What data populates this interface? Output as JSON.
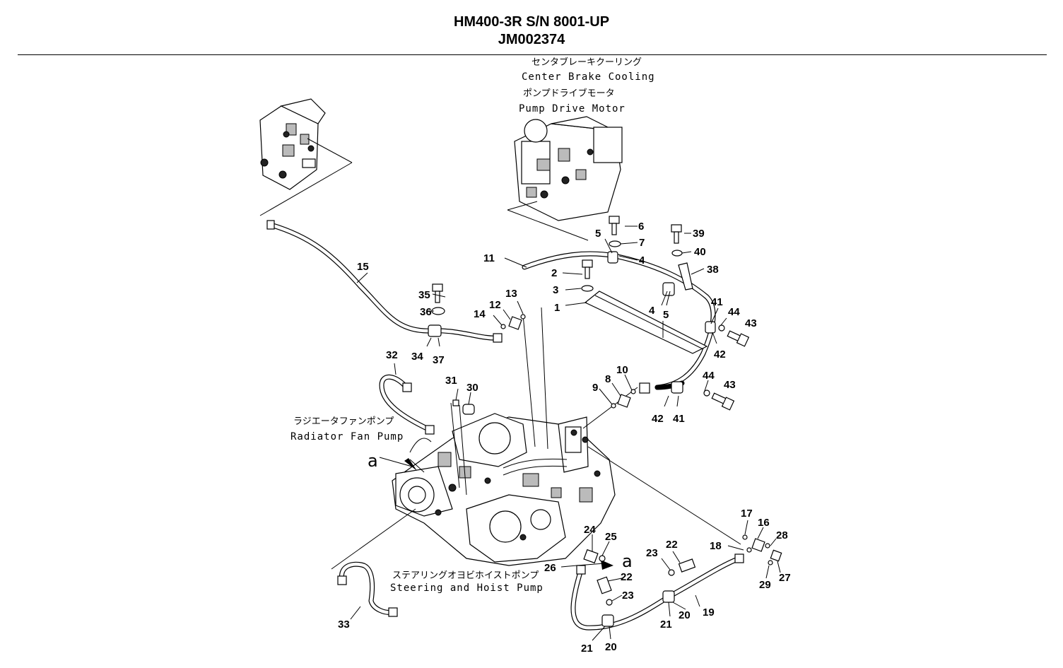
{
  "header": {
    "title": "HM400-3R S/N 8001-UP",
    "code": "JM002374"
  },
  "labels": {
    "center_brake_jp": "センタブレーキクーリング",
    "center_brake_en": "Center Brake Cooling",
    "pump_drive_jp": "ポンプドライブモータ",
    "pump_drive_en": "Pump Drive Motor",
    "radiator_jp": "ラジエータファンポンプ",
    "radiator_en": "Radiator Fan Pump",
    "steering_jp": "ステアリングオヨビホイストポンプ",
    "steering_en": "Steering and Hoist Pump",
    "ref_a": "a"
  },
  "callouts": [
    "1",
    "2",
    "3",
    "4",
    "5",
    "6",
    "7",
    "8",
    "9",
    "10",
    "11",
    "12",
    "13",
    "14",
    "15",
    "16",
    "17",
    "18",
    "19",
    "20",
    "21",
    "22",
    "23",
    "24",
    "25",
    "26",
    "27",
    "28",
    "29",
    "30",
    "31",
    "32",
    "33",
    "34",
    "35",
    "36",
    "37",
    "38",
    "39",
    "40",
    "41",
    "42",
    "43",
    "44"
  ]
}
